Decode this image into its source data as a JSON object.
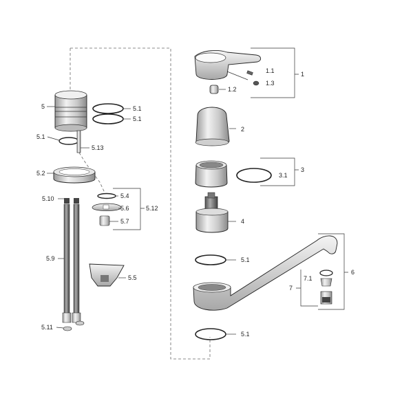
{
  "diagram": {
    "parts": {
      "handle": "1",
      "handle_screw": "1.1",
      "set_screw": "1.3",
      "index_button": "1.2",
      "cap": "2",
      "cartridge_nut": "3",
      "cartridge_nut_oring": "3.1",
      "cartridge": "4",
      "spout": "6",
      "aerator": "7",
      "aerator_insert": "7.1",
      "base_body": "5",
      "body_oring_top_a": "5.1",
      "body_oring_top_b": "5.1",
      "body_oring_side": "5.1",
      "body_stud": "5.13",
      "base_gasket": "5.2",
      "spout_oring_upper": "5.1",
      "spout_oring_lower": "5.1",
      "mounting_group": "5.12",
      "mounting_oring": "5.4",
      "mounting_washer": "5.6",
      "mounting_nut": "5.7",
      "hose_oring": "5.10",
      "flexible_hose": "5.9",
      "support_plate": "5.5",
      "hose_seal": "5.11"
    }
  }
}
